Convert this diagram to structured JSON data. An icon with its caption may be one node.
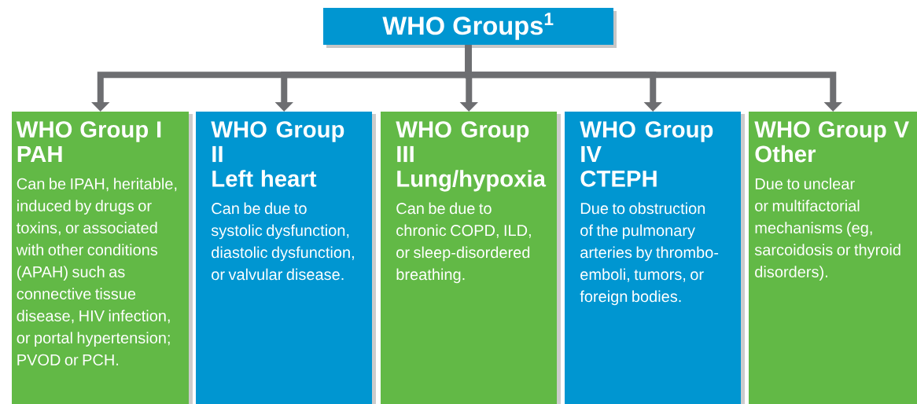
{
  "diagram": {
    "nodes": [
      {
        "text": [
          "WHO Groups$^{1}$"
        ]
      },
      {
        "text": [
          "WHO Group I",
          "PAH",
          "Can be IPAH, heritable, induced by drugs or toxins, or associated with other conditions (APAH) such as connective tissue disease, HIV infection, or portal hypertension; PVOD or PCH."
        ]
      },
      {
        "text": [
          "WHO Group II",
          "Left heart",
          "Can be due to systolic dysfunction, diastolic dysfunction, or valvular disease."
        ]
      },
      {
        "text": [
          "WHO Group III",
          "Lung/hypoxia",
          "Can be due to chronic COPD, ILD, or sleep-disordered breathing."
        ]
      },
      {
        "text": [
          "WHO Group IV",
          "CTEPH",
          "Due to obstruction of the pulmonary arteries by thrombo- emboli, tumors, or foreign bodies."
        ]
      },
      {
        "text": [
          "WHO Group V",
          "Other",
          "Due to unclear or multifactorial mechanisms (eg, sarcoidosis or thyroid disorders)."
        ]
      }
    ],
    "edges": [
      {
        "from": 0,
        "to": 1,
        "arrow": "to"
      },
      {
        "from": 0,
        "to": 2,
        "arrow": "to"
      },
      {
        "from": 0,
        "to": 3,
        "arrow": "to"
      },
      {
        "from": 0,
        "to": 4,
        "arrow": "to"
      },
      {
        "from": 0,
        "to": 5,
        "arrow": "to"
      }
    ]
  }
}
